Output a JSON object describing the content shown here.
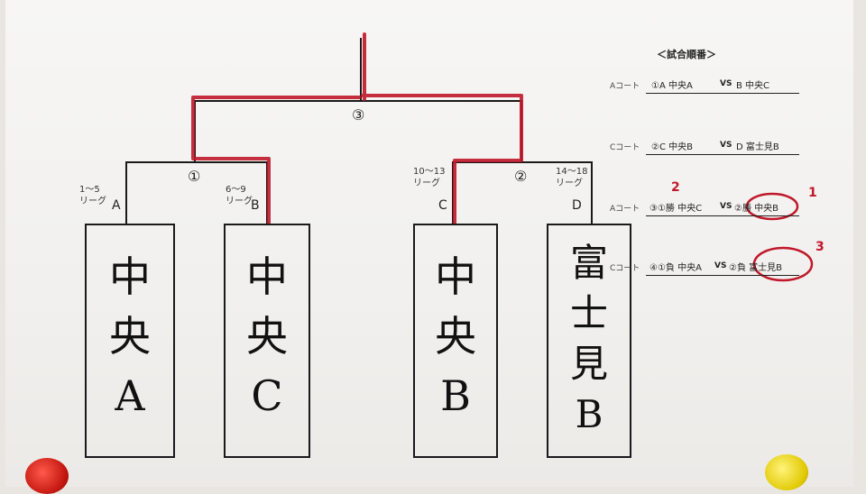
{
  "teams": [
    {
      "slot": "A",
      "name": "中\n央\nA",
      "league": "1～5\nリーグ"
    },
    {
      "slot": "B",
      "name": "中\n央\nC",
      "league": "6～9\nリーグ"
    },
    {
      "slot": "C",
      "name": "中\n央\nB",
      "league": "10～13\nリーグ"
    },
    {
      "slot": "D",
      "name": "富\n士\n見\nB",
      "league": "14～18\nリーグ"
    }
  ],
  "matches": {
    "m1": "①",
    "m2": "②",
    "m3": "③"
  },
  "order": {
    "title": "＜試合順番＞",
    "rows": [
      {
        "court": "Aコート",
        "left": "①A 中央A",
        "vs": "VS",
        "right": "B 中央C"
      },
      {
        "court": "Cコート",
        "left": "②C 中央B",
        "vs": "VS",
        "right": "D 富士見B"
      },
      {
        "court": "Aコート",
        "left": "③①勝 中央C",
        "vs": "VS",
        "right": "②勝 中央B"
      },
      {
        "court": "Cコート",
        "left": "④①負 中央A",
        "vs": "VS",
        "right": "②負 富士見B"
      }
    ]
  },
  "annotations": {
    "n1": "1",
    "n2": "2",
    "n3": "3"
  },
  "colors": {
    "ink": "#1a1a1a",
    "marker_red": "#c0182a"
  }
}
